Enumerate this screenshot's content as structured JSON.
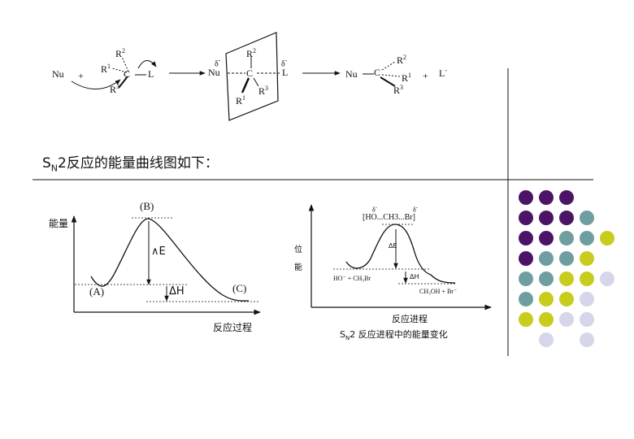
{
  "reaction": {
    "nu": "Nu",
    "plus1": "+",
    "r1": "R",
    "r1_sup": "1",
    "r2": "R",
    "r2_sup": "2",
    "r3": "R",
    "r3_sup": "3",
    "c": "C",
    "l": "L",
    "ts_delta1": "δ",
    "ts_minus1": "-",
    "ts_nu": "Nu",
    "ts_c": "C",
    "ts_r2": "R",
    "ts_r2_sup": "2",
    "ts_r1": "R",
    "ts_r1_sup": "1",
    "ts_r3": "R",
    "ts_r3_sup": "3",
    "ts_delta2": "δ",
    "ts_minus2": "-",
    "ts_l": "L",
    "prod_nu": "Nu",
    "prod_c": "C",
    "prod_r2": "R",
    "prod_r2_sup": "2",
    "prod_r1": "R",
    "prod_r1_sup": "1",
    "prod_r3": "R",
    "prod_r3_sup": "3",
    "plus2": "+",
    "prod_l": "L",
    "prod_l_sup": "-"
  },
  "heading": {
    "s": "S",
    "sub": "N",
    "rest": "2反应的能量曲线图如下："
  },
  "left_chart": {
    "ylabel": "能量",
    "xlabel": "反应过程",
    "label_b": "(B)",
    "label_a": "(A)",
    "label_c": "(C)",
    "label_e": "E",
    "label_dh": "H"
  },
  "right_chart": {
    "ts_delta_left": "δ",
    "ts_delta_left_sup": "-",
    "ts_delta_right": "δ",
    "ts_delta_right_sup": "-",
    "ts_formula": "[HO...CH3...Br]",
    "ylabel_1": "位",
    "ylabel_2": "能",
    "de": "ΔE",
    "dh": "ΔH",
    "reactants": "HO⁻ + CH₃Br",
    "products": "CH₃OH + Br⁻",
    "xlabel": "反应进程",
    "caption_s": "S",
    "caption_sub": "N",
    "caption_rest": "2 反应进程中的能量变化"
  },
  "colors": {
    "purple": "#4b1466",
    "teal": "#6f9ea0",
    "yellow": "#c8cc1c",
    "lavender": "#d6d6ea"
  },
  "dot_grid": [
    [
      "purple",
      "purple",
      "purple",
      "",
      ""
    ],
    [
      "purple",
      "purple",
      "purple",
      "teal",
      ""
    ],
    [
      "purple",
      "purple",
      "teal",
      "teal",
      "yellow"
    ],
    [
      "purple",
      "teal",
      "teal",
      "yellow",
      ""
    ],
    [
      "teal",
      "teal",
      "yellow",
      "yellow",
      "lavender"
    ],
    [
      "teal",
      "yellow",
      "yellow",
      "lavender",
      ""
    ],
    [
      "yellow",
      "yellow",
      "lavender",
      "lavender",
      ""
    ],
    [
      "",
      "lavender",
      "",
      "lavender",
      ""
    ]
  ]
}
